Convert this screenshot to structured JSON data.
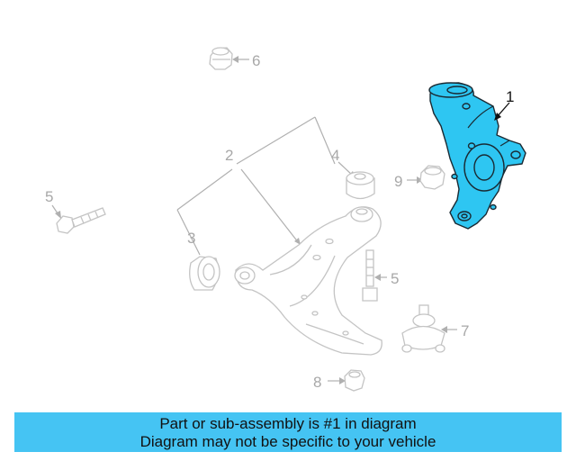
{
  "callouts": {
    "c1": "1",
    "c2": "2",
    "c3": "3",
    "c4": "4",
    "c5a": "5",
    "c5b": "5",
    "c6": "6",
    "c7": "7",
    "c8": "8",
    "c9": "9"
  },
  "highlighted_part": "steering-knuckle",
  "colors": {
    "highlight": "#2ec6f2",
    "banner": "#45c4f3",
    "ghost": "#c4c4c4"
  },
  "banner": {
    "line1": "Part or sub-assembly is #1 in diagram",
    "line2": "Diagram may not be specific to your vehicle"
  }
}
